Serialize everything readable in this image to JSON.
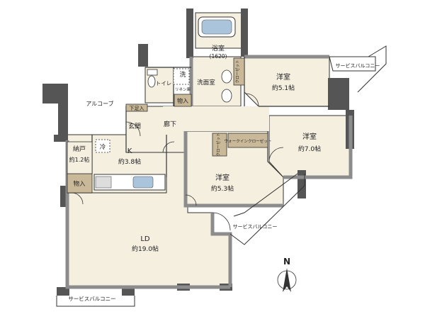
{
  "rooms": {
    "bath": {
      "name": "浴室",
      "size": "(1620)"
    },
    "wash": {
      "name": "洗"
    },
    "toilet": {
      "name": "トイレ"
    },
    "powder": {
      "name": "洗面室"
    },
    "linen": {
      "name": "リネン庫"
    },
    "storage_small": {
      "name": "物入"
    },
    "shoe": {
      "name": "下足入"
    },
    "entrance": {
      "name": "玄関"
    },
    "hall": {
      "name": "廊下"
    },
    "alcove": {
      "name": "アルコーブ"
    },
    "nando": {
      "name": "納戸",
      "size": "約1.2帖"
    },
    "fridge": {
      "name": "冷"
    },
    "kitchen": {
      "name": "K",
      "size": "約3.8帖"
    },
    "storage_k": {
      "name": "物入"
    },
    "ld": {
      "name": "LD",
      "size": "約19.0帖"
    },
    "west1": {
      "name": "洋室",
      "size": "約5.1帖"
    },
    "closet1": {
      "name": "クローゼット"
    },
    "west2": {
      "name": "洋室",
      "size": "約7.0帖"
    },
    "wic": {
      "name": "ウォークインクローゼット"
    },
    "closet2": {
      "name": "クローゼット"
    },
    "west3": {
      "name": "洋室",
      "size": "約5.3帖"
    }
  },
  "balconies": {
    "service_top": "サービスバルコニー",
    "service_mid": "サービスバルコニー",
    "service_bottom": "サービスバルコニー"
  },
  "compass": {
    "label": "N"
  },
  "colors": {
    "room_fill": "#f5efe0",
    "wall_dark": "#555555",
    "wall_gray": "#8c8c8c",
    "storage_fill": "#c9b999",
    "line": "#333333",
    "accent_blue": "#aac4dc"
  }
}
